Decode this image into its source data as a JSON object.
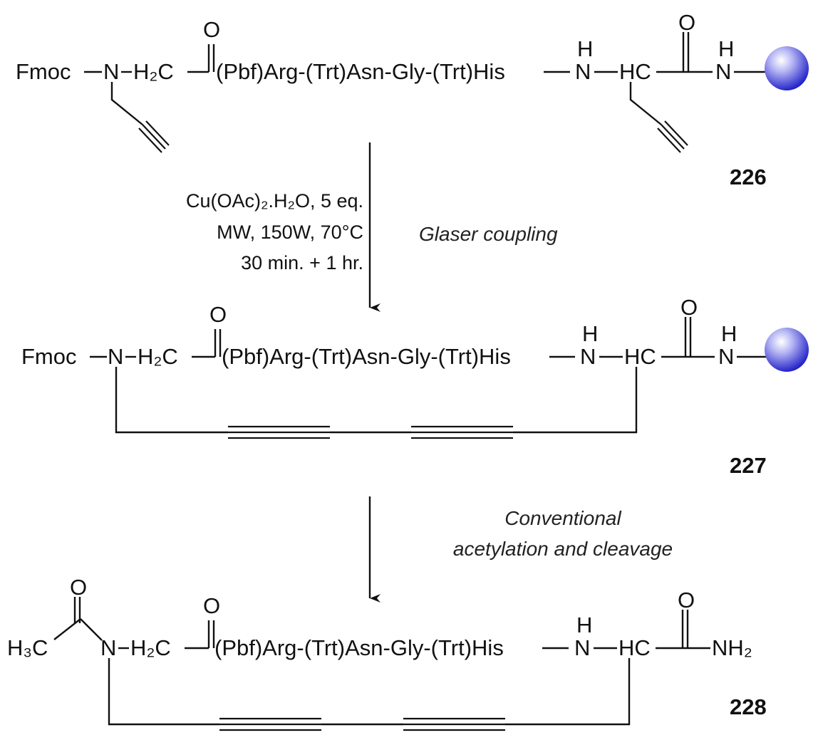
{
  "colors": {
    "ink": "#111111",
    "resin_bead": "#3b3bd6",
    "background": "#ffffff"
  },
  "compounds": [
    {
      "id": "226",
      "n_terminal_group": "Fmoc",
      "n_label": "N",
      "ch2_label": "H₂C",
      "carbonyl_o": "O",
      "peptide": "(Pbf)Arg-(Trt)Asn-Gly-(Trt)His",
      "nh_h": "H",
      "nh_n": "N",
      "alpha_carbon": "HC",
      "amide_o": "O",
      "amide_h": "H",
      "amide_n": "N",
      "resin": "resin-bead"
    },
    {
      "id": "227",
      "n_terminal_group": "Fmoc",
      "n_label": "N",
      "ch2_label": "H₂C",
      "carbonyl_o": "O",
      "peptide": "(Pbf)Arg-(Trt)Asn-Gly-(Trt)His",
      "nh_h": "H",
      "nh_n": "N",
      "alpha_carbon": "HC",
      "amide_o": "O",
      "amide_h": "H",
      "amide_n": "N",
      "resin": "resin-bead",
      "bridge": "diyne"
    },
    {
      "id": "228",
      "acetyl_o": "O",
      "acetyl_ch3": "H₃C",
      "n_label": "N",
      "ch2_label": "H₂C",
      "carbonyl_o": "O",
      "peptide": "(Pbf)Arg-(Trt)Asn-Gly-(Trt)His",
      "nh_h": "H",
      "nh_n": "N",
      "alpha_carbon": "HC",
      "amide_o": "O",
      "terminal": "NH₂",
      "bridge": "diyne"
    }
  ],
  "steps": [
    {
      "reagent_lines": [
        "Cu(OAc)₂.H₂O, 5 eq.",
        "MW, 150W, 70°C",
        "30 min. + 1 hr."
      ],
      "reaction_name": "Glaser coupling"
    },
    {
      "reaction_name_lines": [
        "Conventional",
        "acetylation and cleavage"
      ]
    }
  ]
}
